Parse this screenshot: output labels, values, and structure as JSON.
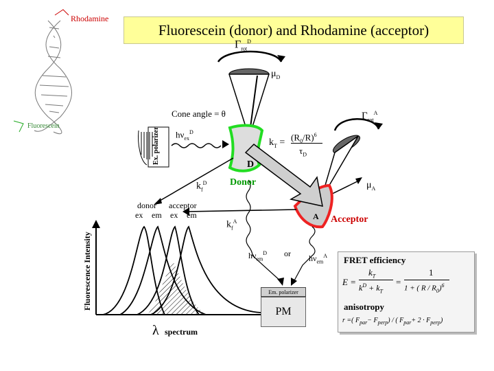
{
  "title": "Fluorescein (donor) and Rhodamine (acceptor)",
  "dna": {
    "rhodamine_label": "Rhodamine",
    "fluorescein_label": "Fluorescein"
  },
  "labels": {
    "gamma_rot": "Γ",
    "rot": "rot",
    "d_super": "D",
    "a_super": "A",
    "mu_d": "μ",
    "cone_angle": "Cone angle = θ",
    "hv_ex": "hν",
    "ex_sub": "ex",
    "ex_polarizer": "Ex. polarizer",
    "kt": "k",
    "kt_sub": "T",
    "ratio": "(R",
    "ratio_rest": "/R)",
    "six": "6",
    "tau": "τ",
    "donor_d": "D",
    "donor": "Donor",
    "kf": "k",
    "f_sub": "f",
    "acceptor_a": "A",
    "acceptor": "Acceptor",
    "mu_a": "μ",
    "donor_ex_em": "donor",
    "acceptor_ex_em": "acceptor",
    "ex": "ex",
    "em": "em",
    "hv_em": "hν",
    "em_sub": "em",
    "or": "or",
    "fluorescence_intensity": "Fluorescence Intensity",
    "spectrum": "spectrum",
    "lambda": "λ",
    "em_polarizer": "Em. polarizer",
    "pm": "PM"
  },
  "fret": {
    "heading": "FRET efficiency",
    "e_eq": "E =",
    "kt": "k",
    "kd_kt": "k",
    "eq": "=",
    "one": "1",
    "denominator": "1 + ( R / R",
    "anisotropy": "anisotropy",
    "r_eq": "r =( F",
    "r_mid": "− F",
    "r_div": ") / ( F",
    "r_plus": "+ 2 · F",
    "r_end": ")"
  },
  "colors": {
    "title_bg": "#ffff99",
    "donor_outline": "#22dd22",
    "acceptor_outline": "#ee2222",
    "acceptor_text": "#cc0000",
    "donor_text": "#009900",
    "dna_label": "#cc0000"
  }
}
